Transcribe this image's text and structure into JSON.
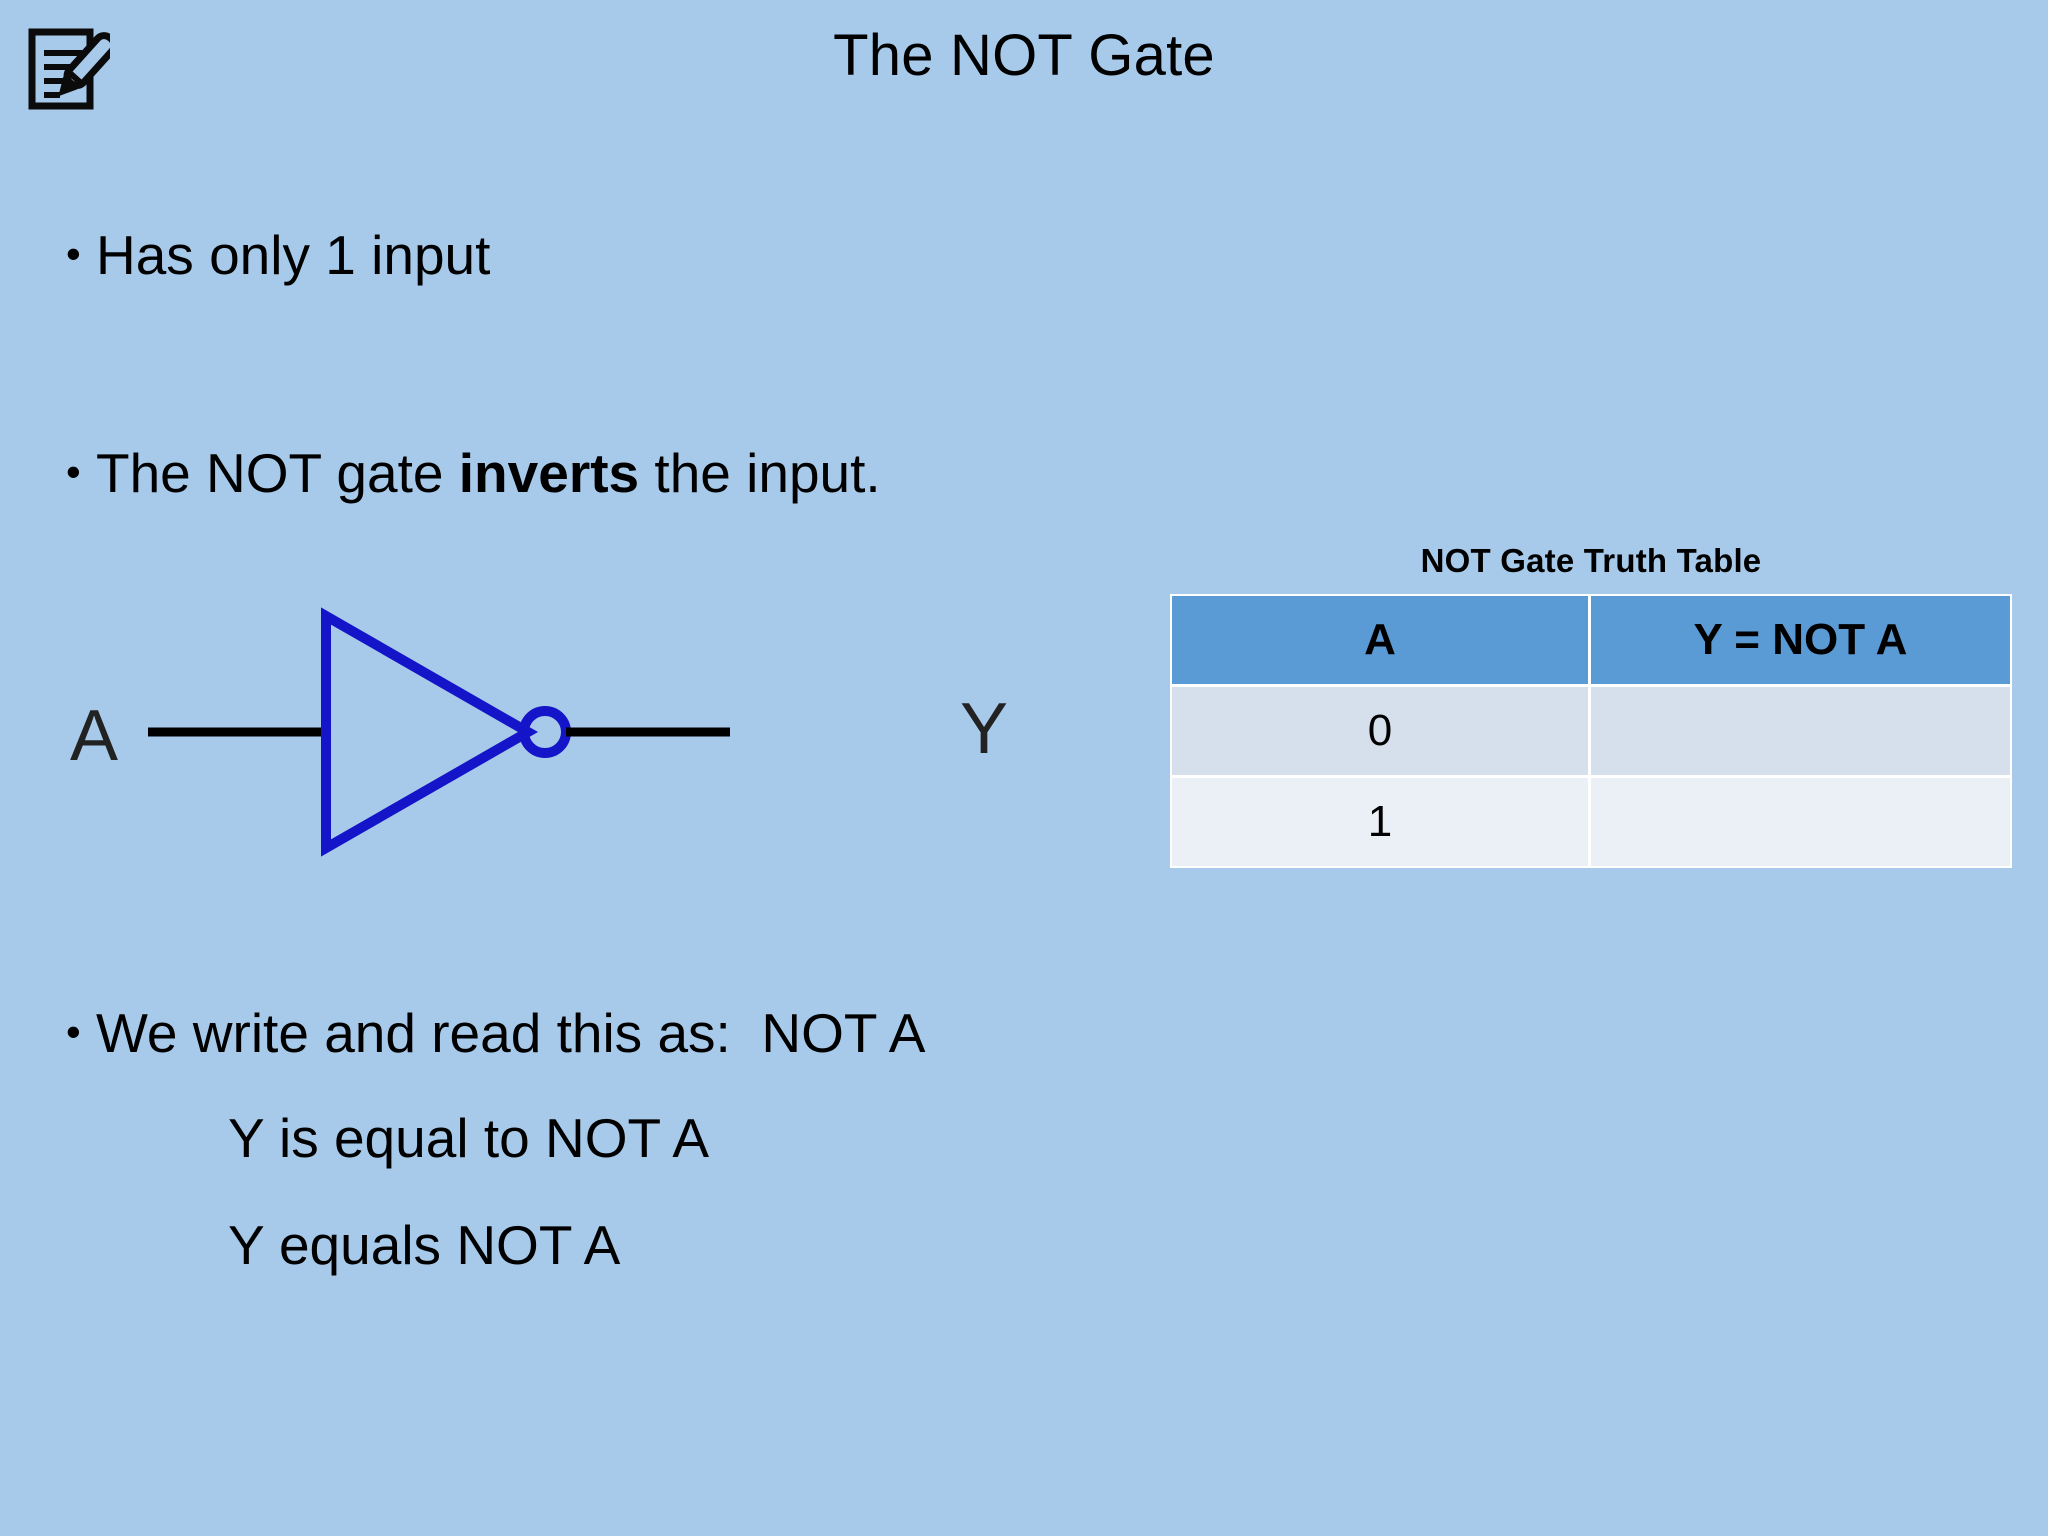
{
  "slide": {
    "title": "The NOT Gate",
    "background_color": "#a8caea",
    "icon_name": "note-pencil-icon"
  },
  "bullets": [
    {
      "marker": "•",
      "text_plain": "Has only 1 input",
      "text_html": "Has only 1 input"
    },
    {
      "marker": "•",
      "text_plain": "The NOT gate inverts the input.",
      "text_html": "The NOT gate <b>inverts</b> the input."
    },
    {
      "marker": "•",
      "text_plain": "We write and read this as:  NOT A",
      "text_html": "We write and read this as:&nbsp; NOT A"
    }
  ],
  "sublines": [
    "Y is equal to NOT A",
    "Y equals NOT A"
  ],
  "diagram": {
    "name": "not-gate-schematic",
    "input_label": "A",
    "output_label": "Y",
    "gate_color": "#1414c8",
    "wire_color": "#000000"
  },
  "truth_table": {
    "title": "NOT Gate Truth Table",
    "header_color": "#5b9bd5",
    "row_colors": [
      "#d6dfec",
      "#ebf0f7"
    ],
    "columns": [
      "A",
      "Y = NOT A"
    ],
    "rows": [
      {
        "A": "0",
        "Y": ""
      },
      {
        "A": "1",
        "Y": ""
      }
    ]
  }
}
